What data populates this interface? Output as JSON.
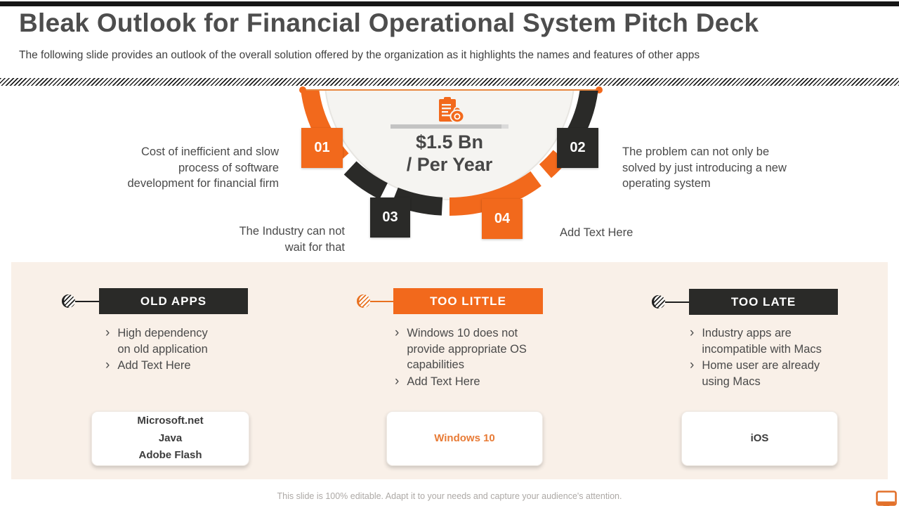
{
  "slide": {
    "title": "Bleak Outlook for Financial Operational System Pitch Deck",
    "subtitle": "The following slide provides an outlook of the overall solution offered by the organization as it highlights the names and features of other apps",
    "footer_note": "This slide is 100% editable. Adapt it to your needs and capture your audience's attention."
  },
  "colors": {
    "orange": "#F2691C",
    "dark": "#2A2A28",
    "peach_background": "#F9F0E8"
  },
  "icons": {
    "bullet": "›",
    "center": "document-money-bag-icon",
    "corner": "monitor-icon"
  },
  "diagram": {
    "center": {
      "value": "$1.5 Bn",
      "unit": "/ Per Year"
    },
    "steps": [
      {
        "number": "01",
        "accent": "orange",
        "text": "Cost of inefficient and slow process of software development for financial firm"
      },
      {
        "number": "02",
        "accent": "dark",
        "text": "The problem can not only be solved by just introducing a new operating system"
      },
      {
        "number": "03",
        "accent": "dark",
        "text": "The Industry can not wait for that"
      },
      {
        "number": "04",
        "accent": "orange",
        "text": "Add Text Here"
      }
    ]
  },
  "sections": [
    {
      "header": "OLD APPS",
      "accent": "dark",
      "bullets": [
        "High dependency on old application",
        "Add Text Here"
      ],
      "card": {
        "lines": [
          "Microsoft.net",
          "Java",
          "Adobe Flash"
        ],
        "accent": "dark"
      }
    },
    {
      "header": "TOO LITTLE",
      "accent": "orange",
      "bullets": [
        "Windows 10 does not provide appropriate OS capabilities",
        "Add Text Here"
      ],
      "card": {
        "lines": [
          "Windows 10"
        ],
        "accent": "orange"
      }
    },
    {
      "header": "TOO LATE",
      "accent": "dark",
      "bullets": [
        "Industry apps are incompatible with Macs",
        "Home user are already using Macs"
      ],
      "card": {
        "lines": [
          "iOS"
        ],
        "accent": "dark"
      }
    }
  ]
}
